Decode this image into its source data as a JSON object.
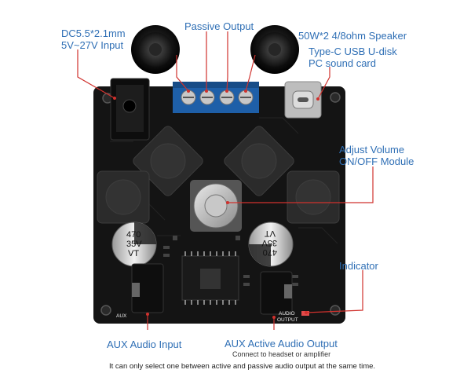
{
  "labels": {
    "dc_input_line1": "DC5.5*2.1mm",
    "dc_input_line2": "5V~27V Input",
    "passive_output": "Passive Output",
    "speaker": "50W*2 4/8ohm Speaker",
    "usb_line1": "Type-C USB U-disk",
    "usb_line2": "PC sound card",
    "volume_line1": "Adjust Volume",
    "volume_line2": "ON/OFF Module",
    "indicator": "Indicator",
    "aux_input": "AUX Audio Input",
    "aux_output": "AUX Active Audio Output",
    "aux_output_sub": "Connect to headset or amplifier",
    "footer_note": "It can only select one between active and passive audio output at the same time."
  },
  "board_text": {
    "cap_left_line1": "470",
    "cap_left_line2": "35V",
    "cap_left_line3": "VT",
    "cap_right_line1": "470",
    "cap_right_line2": "35V",
    "cap_right_line3": "VT",
    "aux_silk": "AUX",
    "audio_output_silk_line1": "AUDIO",
    "audio_output_silk_line2": "OUTPUT"
  },
  "colors": {
    "label_blue": "#2f6fb5",
    "callout_red": "#d0312d",
    "pcb_black": "#141414",
    "terminal_blue": "#1e5fa8"
  }
}
